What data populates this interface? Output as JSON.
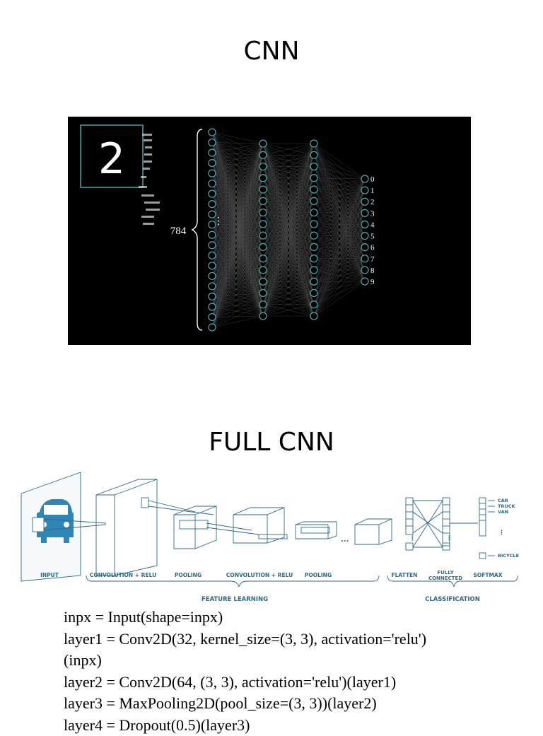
{
  "slide1": {
    "title": "CNN"
  },
  "nn_figure": {
    "input_count_label": "784",
    "output_labels": [
      "0",
      "1",
      "2",
      "3",
      "4",
      "5",
      "6",
      "7",
      "8",
      "9"
    ],
    "digit_sample": "2"
  },
  "slide2": {
    "title": "FULL CNN"
  },
  "cnn_figure": {
    "stage_labels": {
      "input": "INPUT",
      "conv1": "CONVOLUTION + RELU",
      "pool1": "POOLING",
      "conv2": "CONVOLUTION + RELU",
      "pool2": "POOLING",
      "flatten": "FLATTEN",
      "fc_line1": "FULLY",
      "fc_line2": "CONNECTED",
      "softmax": "SOFTMAX"
    },
    "group_labels": {
      "feature": "FEATURE LEARNING",
      "classification": "CLASSIFICATION"
    },
    "classes": [
      "CAR",
      "TRUCK",
      "VAN",
      "BICYCLE"
    ],
    "ellipsis": "..."
  },
  "code_lines": [
    "inpx = Input(shape=inpx)",
    "layer1 = Conv2D(32, kernel_size=(3, 3), activation='relu')",
    "(inpx)",
    "layer2 = Conv2D(64, (3, 3), activation='relu')(layer1)",
    "layer3 = MaxPooling2D(pool_size=(3, 3))(layer2)",
    "layer4 = Dropout(0.5)(layer3)"
  ]
}
